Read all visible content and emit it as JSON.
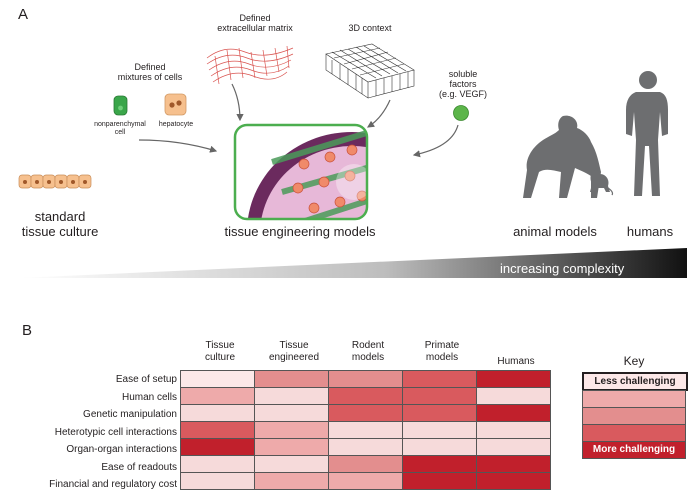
{
  "panel_a": {
    "letter": "A",
    "defined_ecm": "Defined\nextracellular matrix",
    "context_3d": "3D context",
    "defined_mixtures": "Defined\nmixtures of cells",
    "nonparenchymal": "nonparenchymal\ncell",
    "hepatocyte": "hepatocyte",
    "soluble_factors": "soluble\nfactors\n(e.g. VEGF)",
    "standard_tissue": "standard\ntissue culture",
    "tissue_engineering": "tissue engineering models",
    "animal_models": "animal models",
    "humans": "humans",
    "increasing_complexity": "increasing complexity"
  },
  "panel_b": {
    "letter": "B",
    "columns": [
      "Tissue\nculture",
      "Tissue\nengineered",
      "Rodent\nmodels",
      "Primate\nmodels",
      "Humans"
    ],
    "rows": [
      {
        "label": "Ease of setup",
        "levels": [
          0,
          3,
          3,
          4,
          5
        ]
      },
      {
        "label": "Human cells",
        "levels": [
          2,
          1,
          4,
          4,
          1
        ]
      },
      {
        "label": "Genetic manipulation",
        "levels": [
          1,
          1,
          4,
          4,
          5
        ]
      },
      {
        "label": "Heterotypic cell interactions",
        "levels": [
          4,
          2,
          1,
          1,
          1
        ]
      },
      {
        "label": "Organ-organ interactions",
        "levels": [
          5,
          2,
          1,
          1,
          1
        ]
      },
      {
        "label": "Ease of readouts",
        "levels": [
          1,
          1,
          3,
          5,
          5
        ]
      },
      {
        "label": "Financial and regulatory cost",
        "levels": [
          1,
          2,
          2,
          5,
          5
        ]
      }
    ],
    "key_title": "Key",
    "key_less": "Less challenging",
    "key_more": "More challenging",
    "palette": [
      "#fce8e8",
      "#f6dada",
      "#eeaaaa",
      "#e38e8e",
      "#d95a5e",
      "#c1202c"
    ]
  }
}
